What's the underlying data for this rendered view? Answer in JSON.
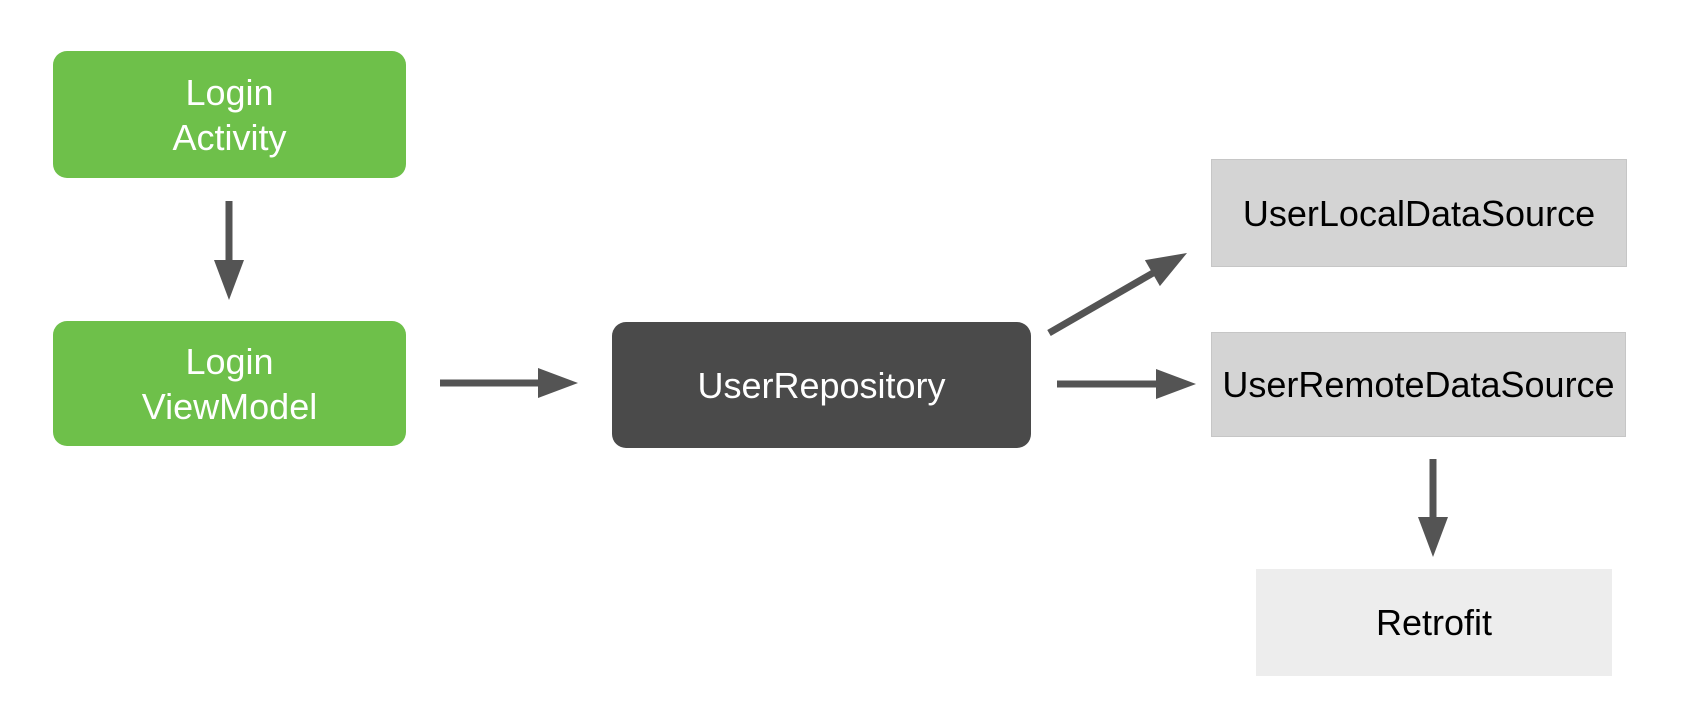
{
  "diagram": {
    "type": "architecture-flow-diagram",
    "colors": {
      "node_green": "#6EC04A",
      "node_dark": "#4A4A4A",
      "node_gray": "#D4D4D4",
      "node_light_gray": "#EDEDED",
      "arrow": "#545454",
      "text_on_green": "#FFFFFF",
      "text_on_dark": "#FFFFFF",
      "text_on_gray": "#000000",
      "background": "#FFFFFF"
    },
    "nodes": {
      "login_activity": {
        "label": "Login\nActivity"
      },
      "login_viewmodel": {
        "label": "Login\nViewModel"
      },
      "user_repository": {
        "label": "UserRepository"
      },
      "user_local_data_source": {
        "label": "UserLocalDataSource"
      },
      "user_remote_data_source": {
        "label": "UserRemoteDataSource"
      },
      "retrofit": {
        "label": "Retrofit"
      }
    },
    "edges": [
      {
        "from": "login_activity",
        "to": "login_viewmodel",
        "direction": "down"
      },
      {
        "from": "login_viewmodel",
        "to": "user_repository",
        "direction": "right"
      },
      {
        "from": "user_repository",
        "to": "user_local_data_source",
        "direction": "up-right"
      },
      {
        "from": "user_repository",
        "to": "user_remote_data_source",
        "direction": "right"
      },
      {
        "from": "user_remote_data_source",
        "to": "retrofit",
        "direction": "down"
      }
    ]
  }
}
